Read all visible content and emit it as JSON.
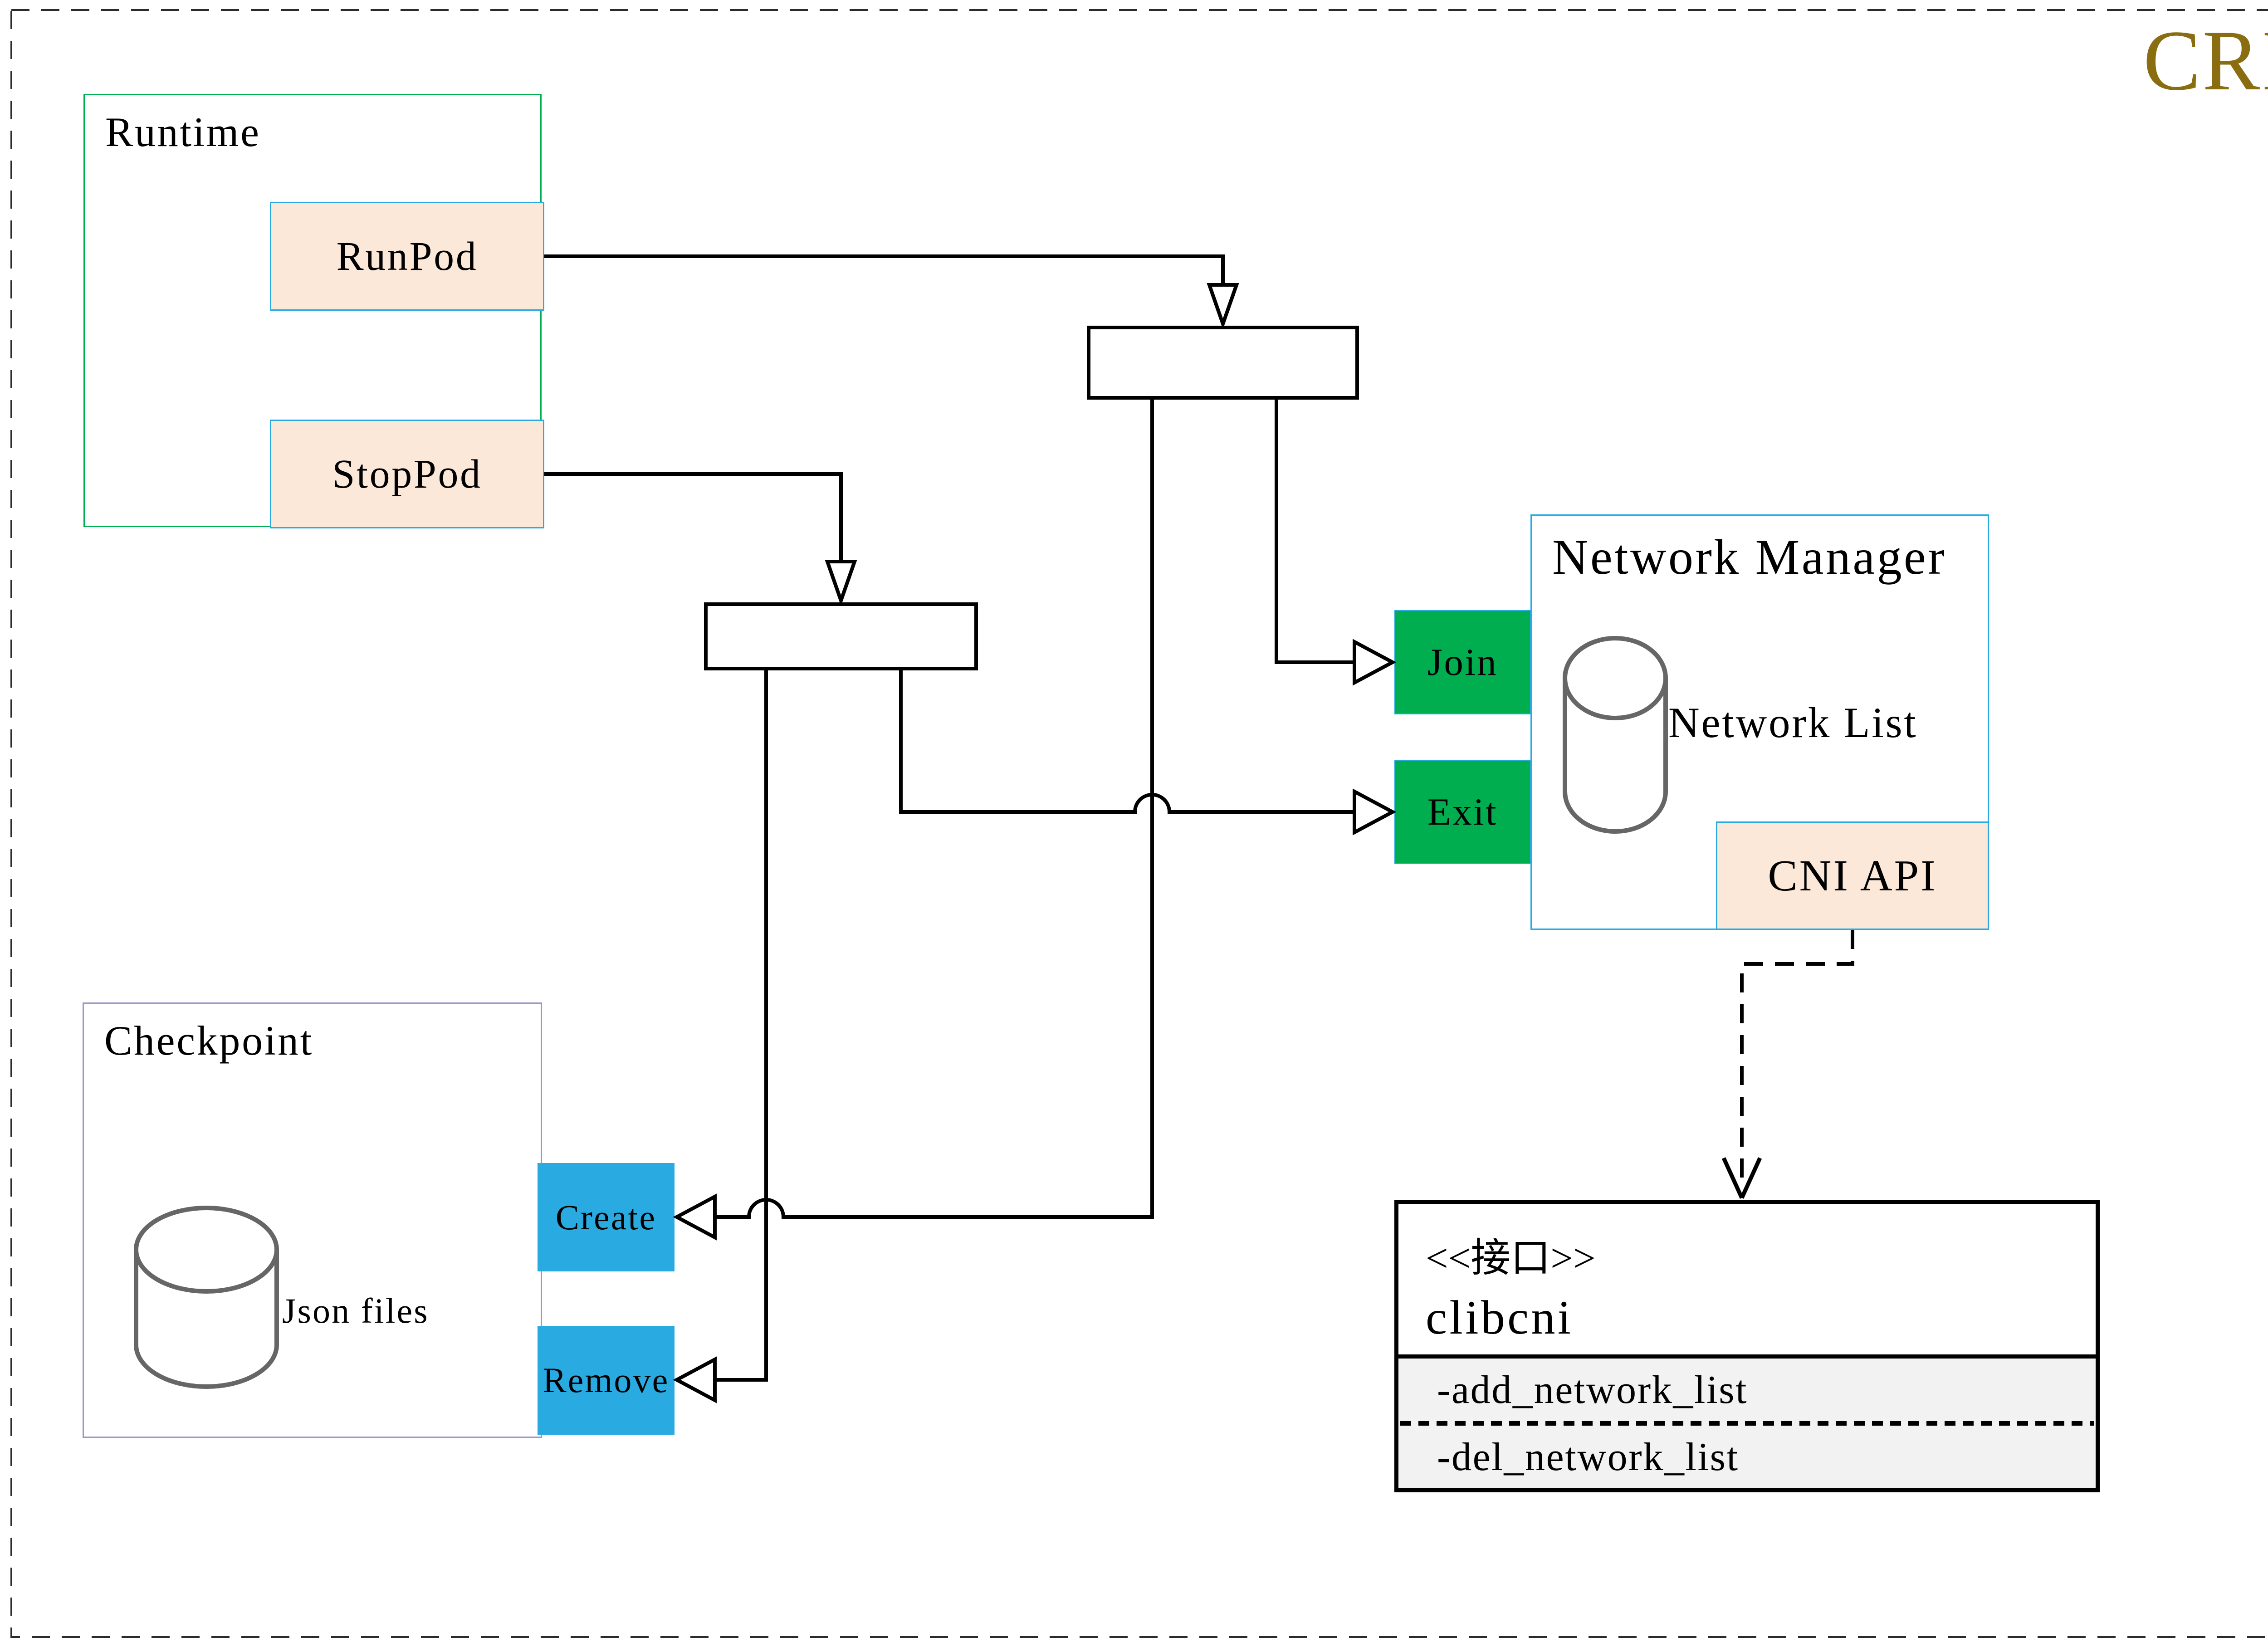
{
  "page": {
    "badge": "CRI"
  },
  "colors": {
    "accent_gold": "#8a6d10",
    "green_border": "#00b050",
    "blue_border": "#29abe2",
    "lavender_border": "#a393c8",
    "peach_fill": "#fce8d9",
    "green_fill": "#00ae4f",
    "cyan_fill": "#29abe2",
    "gray_fill": "#f2f2f2",
    "line_color": "#000000",
    "cylinder_stroke": "#666666"
  },
  "nodes": {
    "runtime": {
      "label": "Runtime"
    },
    "runpod": {
      "label": "RunPod"
    },
    "stoppod": {
      "label": "StopPod"
    },
    "network_manager": {
      "label": "Network Manager"
    },
    "network_list": {
      "label": "Network List"
    },
    "join": {
      "label": "Join"
    },
    "exit": {
      "label": "Exit"
    },
    "cni_api": {
      "label": "CNI API"
    },
    "checkpoint": {
      "label": "Checkpoint"
    },
    "json_files": {
      "label": "Json files"
    },
    "create": {
      "label": "Create"
    },
    "remove": {
      "label": "Remove"
    },
    "clibcni": {
      "stereotype": "<<接口>>",
      "name": "clibcni",
      "methods": [
        "-add_network_list",
        "-del_network_list"
      ]
    }
  }
}
